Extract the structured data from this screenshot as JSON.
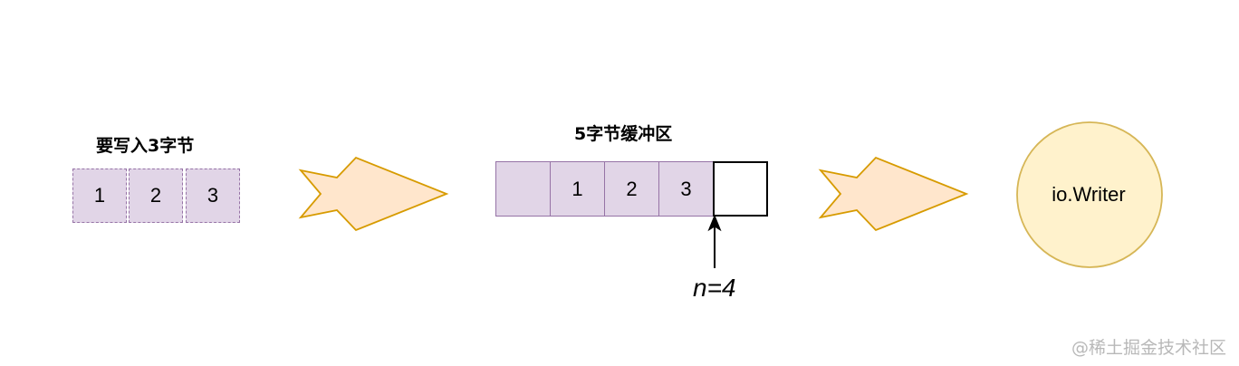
{
  "input": {
    "title": "要写入3字节",
    "cells": [
      "1",
      "2",
      "3"
    ]
  },
  "buffer": {
    "title": "5字节缓冲区",
    "cells": [
      "",
      "1",
      "2",
      "3",
      ""
    ]
  },
  "pointer": {
    "label": "n=4"
  },
  "writer": {
    "label": "io.Writer"
  },
  "watermark": "@稀土掘金技术社区",
  "colors": {
    "cell_fill": "#e1d5e7",
    "cell_stroke": "#9673a6",
    "arrow_fill": "#ffe6cc",
    "arrow_stroke": "#d79b00",
    "writer_fill": "#fff2cc",
    "writer_stroke": "#d6b656"
  }
}
